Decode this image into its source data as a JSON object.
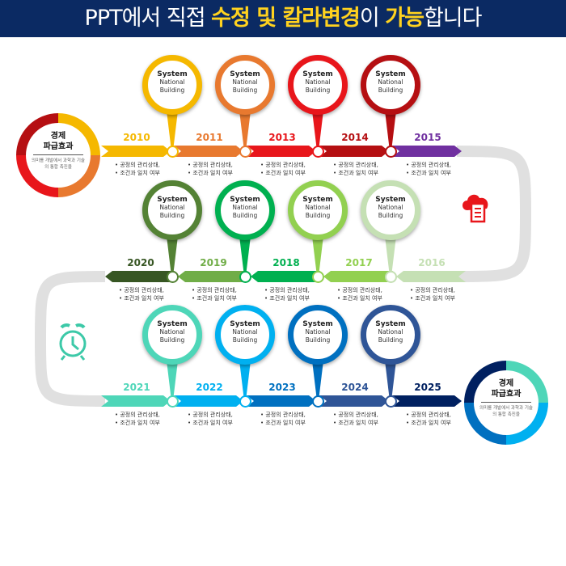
{
  "banner": {
    "part1": "PPT에서 직접 ",
    "hl1": "수정 및 칼라변경",
    "part2": "이 ",
    "hl2": "가능",
    "part3": "합니다"
  },
  "pin": {
    "title": "System",
    "line1": "National",
    "line2": "Building"
  },
  "bullets": [
    "공정의 관리상태,",
    "조건과 일치 여부"
  ],
  "badge_left": {
    "title1": "경제",
    "title2": "파급효과",
    "desc": "의미를 개발에서 과학과 기술의 통합 촉진을",
    "colors": [
      "#f5b800",
      "#e8792f",
      "#e8161b",
      "#b50f12"
    ]
  },
  "badge_right": {
    "title1": "경제",
    "title2": "파급효과",
    "desc": "의미를 개발에서 과학과 기술의 통합 촉진을",
    "colors": [
      "#4ed6b8",
      "#00b0f0",
      "#0070c0",
      "#002060"
    ]
  },
  "icons": {
    "right": "cloud-document-icon",
    "left": "alarm-clock-icon",
    "right_color": "#e8161b",
    "left_color": "#3cc9a8"
  },
  "rows": [
    {
      "dir": "right",
      "years": [
        "2010",
        "2011",
        "2013",
        "2014",
        "2015"
      ],
      "colors": [
        "#f5b800",
        "#e8792f",
        "#e8161b",
        "#b50f12",
        "#7030a0"
      ]
    },
    {
      "dir": "left",
      "years": [
        "2020",
        "2019",
        "2018",
        "2017",
        "2016"
      ],
      "colors": [
        "#375623",
        "#70ad47",
        "#00b050",
        "#92d050",
        "#c5e0b4"
      ]
    },
    {
      "dir": "right",
      "years": [
        "2021",
        "2022",
        "2023",
        "2024",
        "2025"
      ],
      "colors": [
        "#4ed6b8",
        "#00b0f0",
        "#0070c0",
        "#2f5597",
        "#002060"
      ]
    }
  ]
}
